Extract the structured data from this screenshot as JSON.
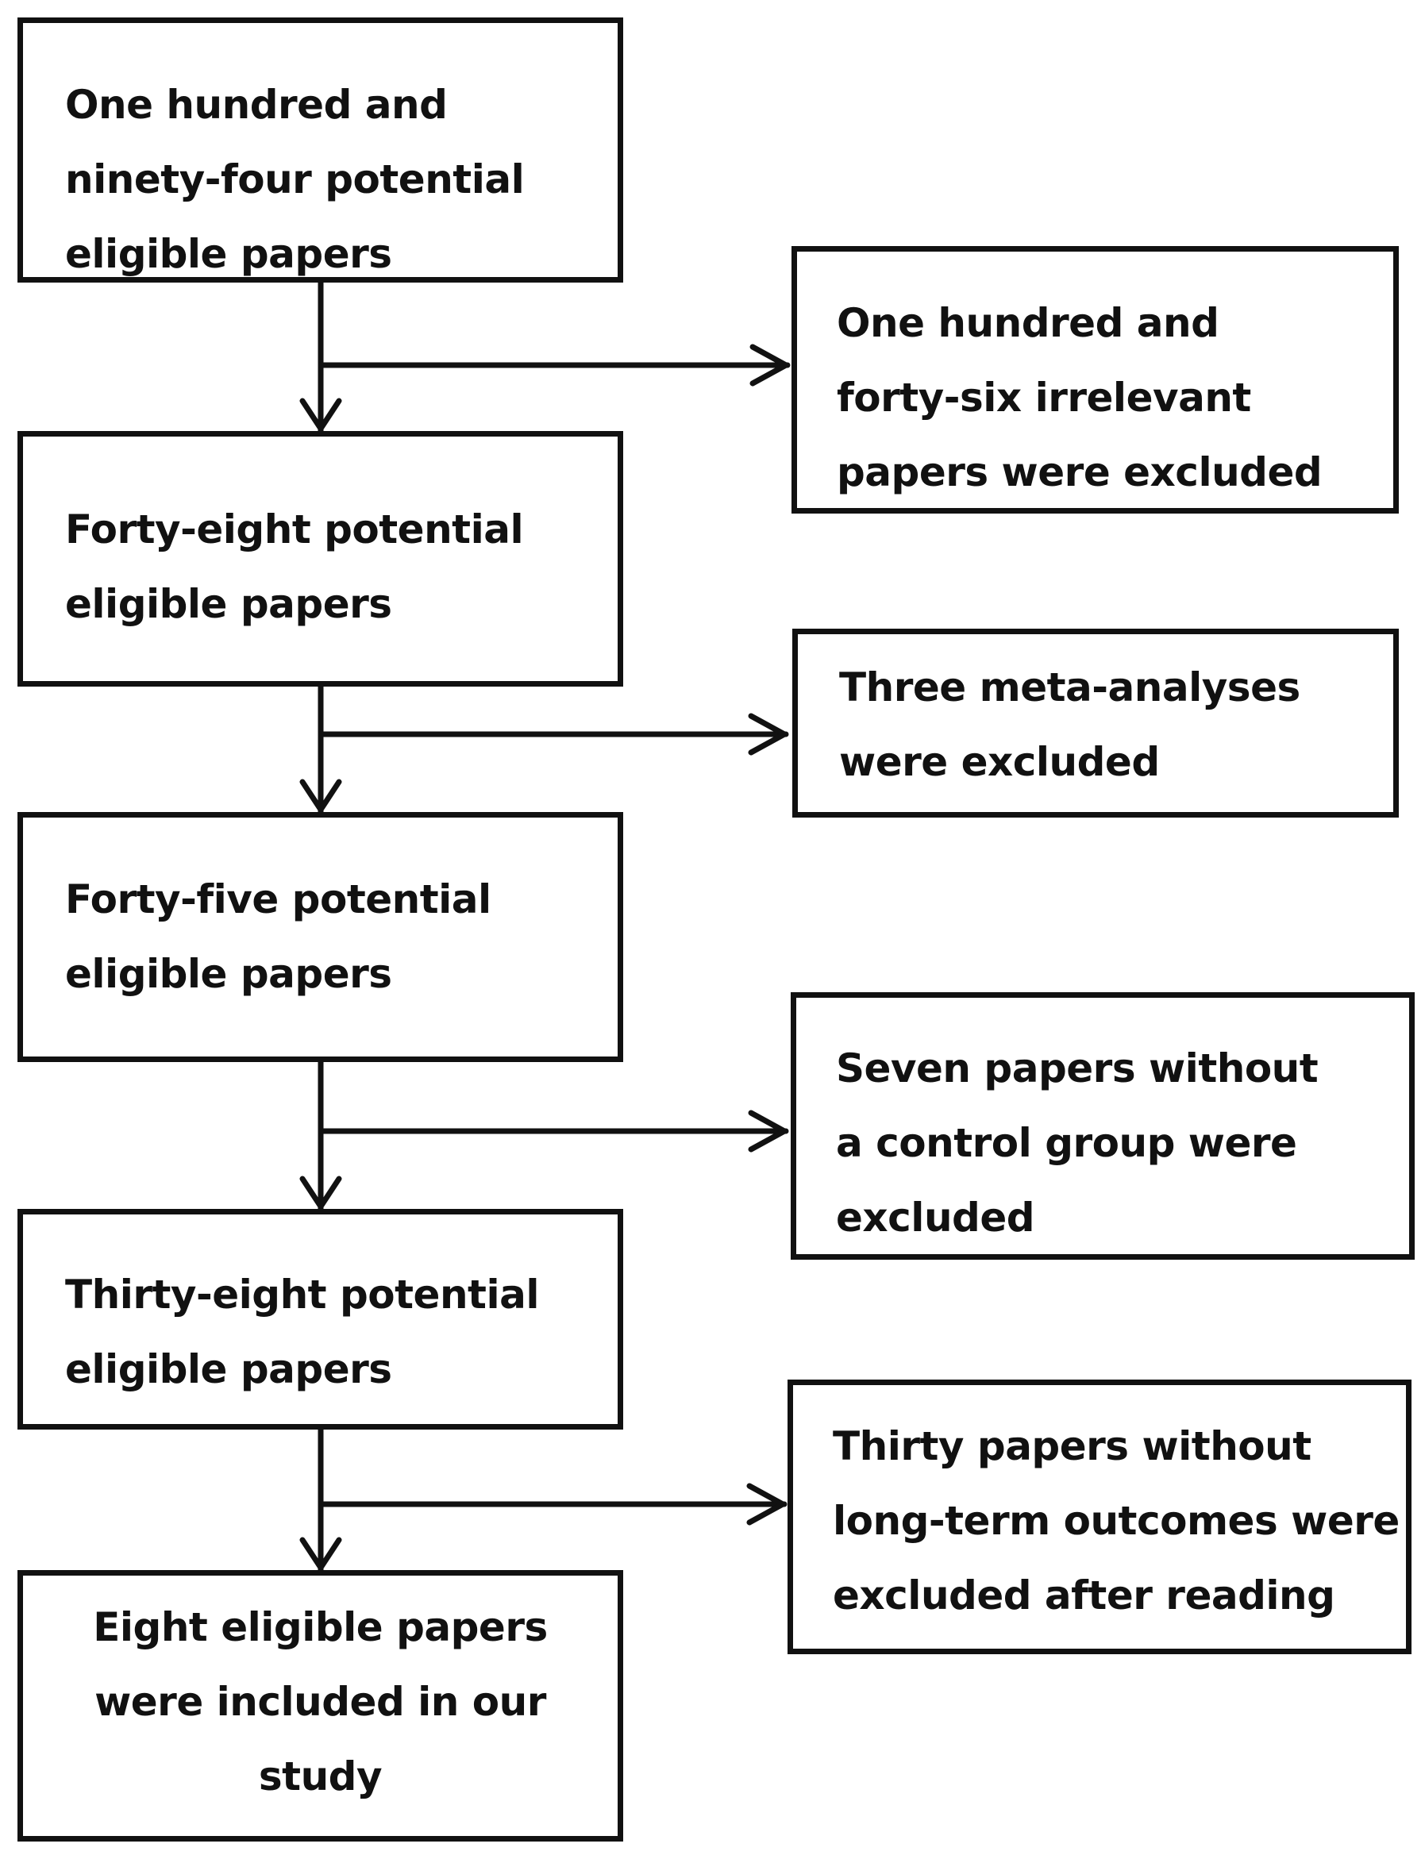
{
  "nodes": [
    {
      "id": "step-1",
      "lines": [
        "One hundred and",
        "ninety-four potential",
        "eligible papers"
      ]
    },
    {
      "id": "excl-1",
      "lines": [
        "One hundred and",
        "forty-six irrelevant",
        "papers were excluded"
      ]
    },
    {
      "id": "step-2",
      "lines": [
        "Forty-eight potential",
        "eligible papers"
      ]
    },
    {
      "id": "excl-2",
      "lines": [
        "Three  meta-analyses",
        "were excluded"
      ]
    },
    {
      "id": "step-3",
      "lines": [
        "Forty-five potential",
        "eligible papers"
      ]
    },
    {
      "id": "excl-3",
      "lines": [
        "Seven papers without",
        "a control group were",
        "excluded"
      ]
    },
    {
      "id": "step-4",
      "lines": [
        "Thirty-eight  potential",
        "eligible papers"
      ]
    },
    {
      "id": "excl-4",
      "lines": [
        "Thirty  papers  without",
        "long-term outcomes were",
        "excluded after  reading"
      ]
    },
    {
      "id": "final",
      "lines": [
        "Eight eligible papers",
        "were included in our",
        "study"
      ]
    }
  ],
  "edges": [
    {
      "from": "step-1",
      "to": "step-2"
    },
    {
      "from": "step-1",
      "to": "excl-1"
    },
    {
      "from": "step-2",
      "to": "step-3"
    },
    {
      "from": "step-2",
      "to": "excl-2"
    },
    {
      "from": "step-3",
      "to": "step-4"
    },
    {
      "from": "step-3",
      "to": "excl-3"
    },
    {
      "from": "step-4",
      "to": "final"
    },
    {
      "from": "step-4",
      "to": "excl-4"
    }
  ]
}
